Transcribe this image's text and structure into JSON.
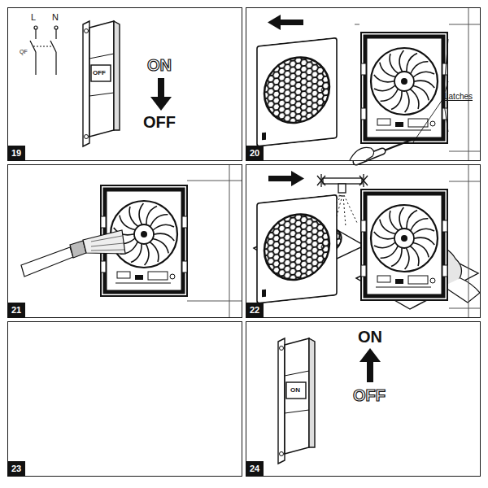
{
  "diagram": {
    "nodes": [
      {
        "text": [
          "19"
        ]
      },
      {
        "text": [
          "20"
        ]
      },
      {
        "text": [
          "21"
        ]
      },
      {
        "text": [
          "22"
        ]
      },
      {
        "text": [
          "23"
        ]
      },
      {
        "text": [
          "24"
        ]
      }
    ],
    "labels": [
      "L",
      "N",
      "QF",
      "OFF",
      "ON",
      "OFF",
      "Latches",
      "ON",
      "OFF",
      "ON"
    ]
  }
}
